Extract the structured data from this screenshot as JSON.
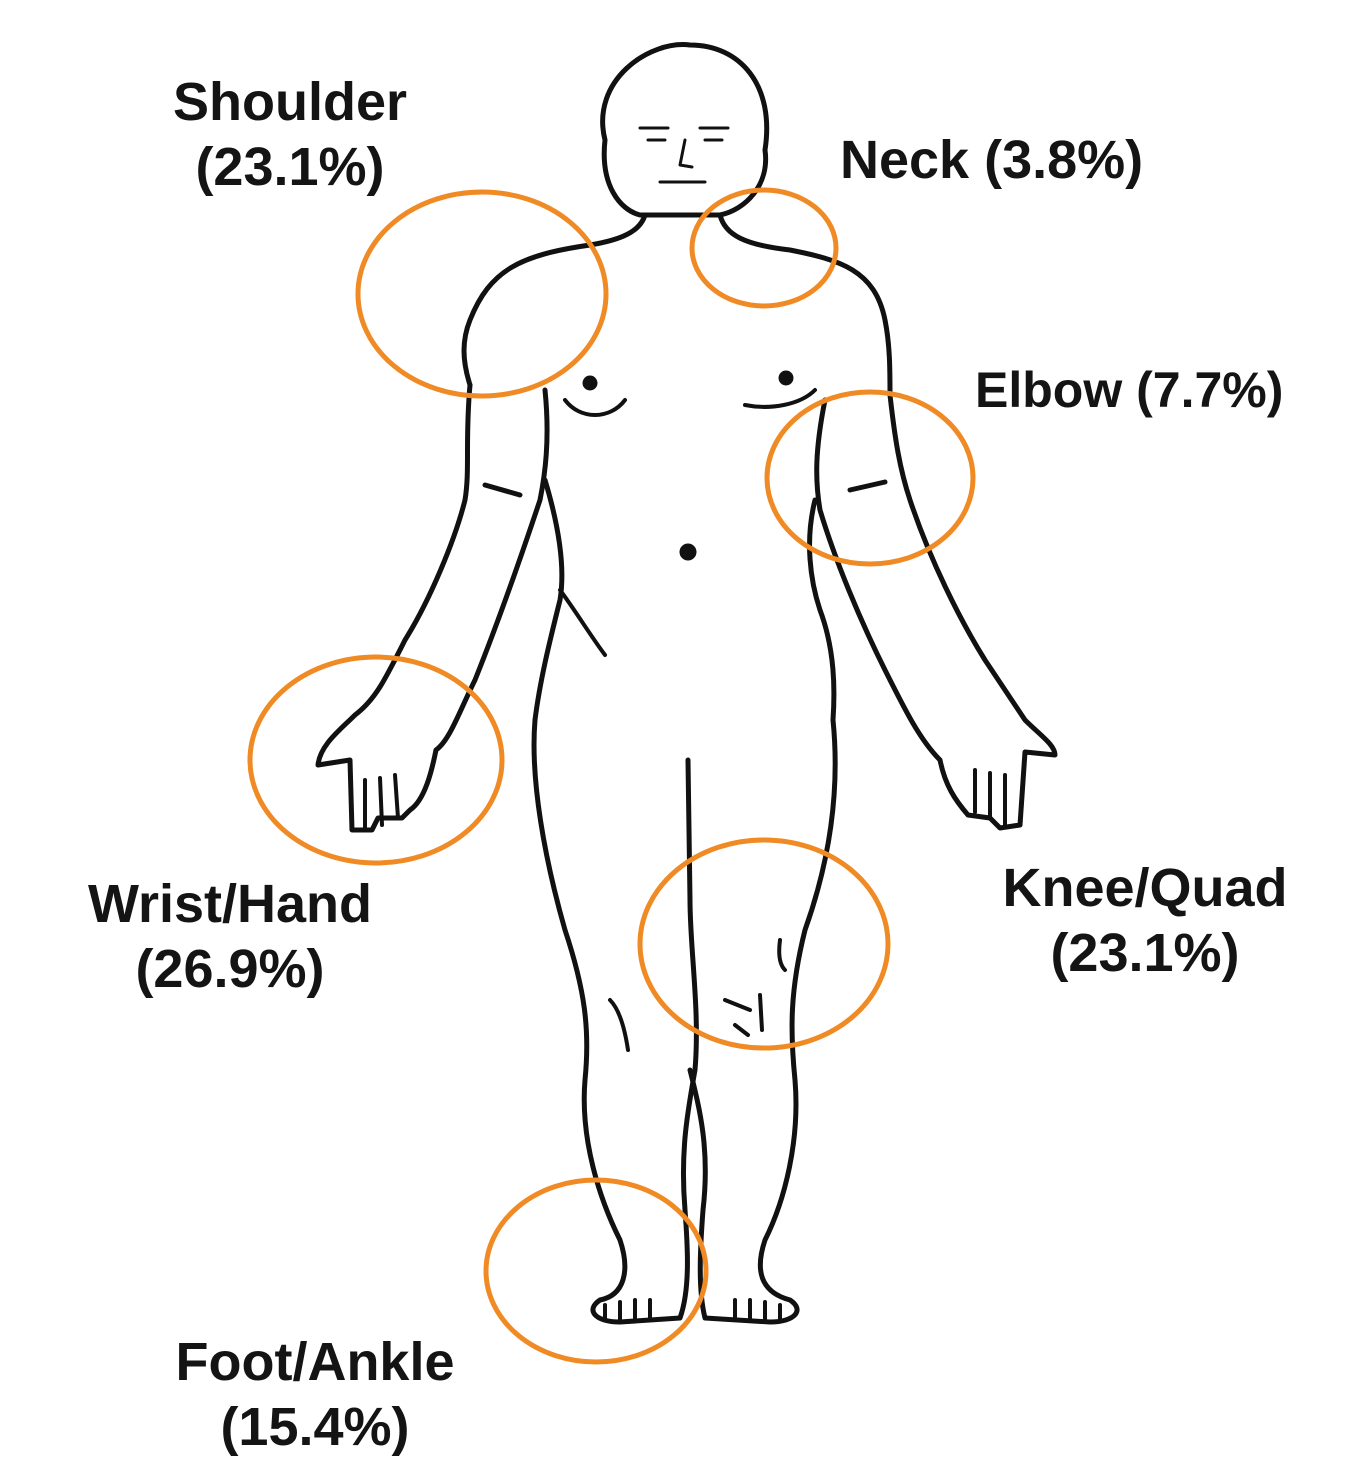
{
  "regions": [
    {
      "id": "shoulder",
      "name": "Shoulder",
      "percent": "(23.1%)"
    },
    {
      "id": "neck",
      "name": "Neck",
      "percent": "(3.8%)"
    },
    {
      "id": "elbow",
      "name": "Elbow",
      "percent": "(7.7%)"
    },
    {
      "id": "wrist-hand",
      "name": "Wrist/Hand",
      "percent": "(26.9%)"
    },
    {
      "id": "knee-quad",
      "name": "Knee/Quad",
      "percent": "(23.1%)"
    },
    {
      "id": "foot-ankle",
      "name": "Foot/Ankle",
      "percent": "(15.4%)"
    }
  ],
  "colors": {
    "highlight": "#F08A24",
    "outline": "#111111",
    "text": "#141414"
  }
}
